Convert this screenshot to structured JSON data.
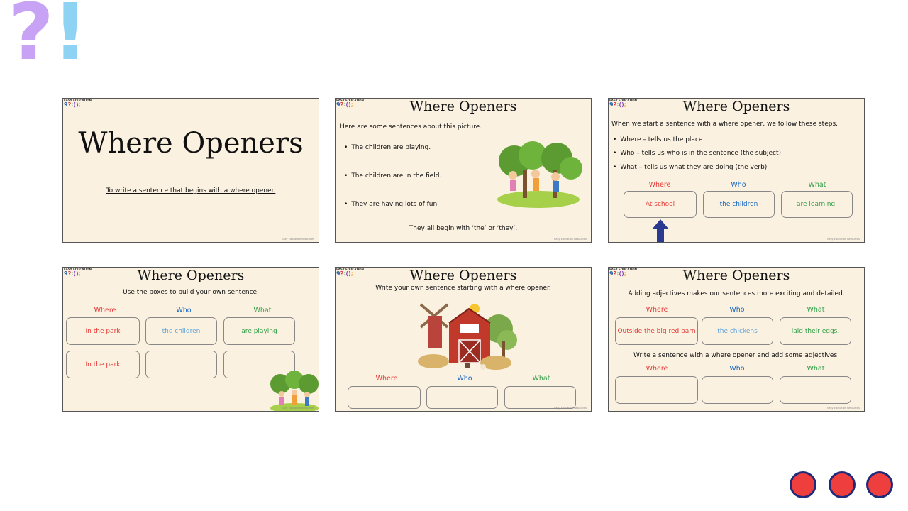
{
  "logo": {
    "question": "?",
    "exclaim": "!"
  },
  "brand": {
    "top": "EASY EDUCATION",
    "symbols": [
      "9",
      "?",
      ":",
      "(",
      ")",
      ";"
    ]
  },
  "footnote": "Easy Education Resources",
  "slides": {
    "s1": {
      "title": "Where Openers",
      "objective": "To write a sentence that begins with a where opener."
    },
    "s2": {
      "title": "Where Openers",
      "intro": "Here are some sentences about this picture.",
      "bullets": [
        "The children are playing.",
        "The children are in the field.",
        "They are having lots of fun."
      ],
      "footer": "They all begin with ‘the’ or ‘they’."
    },
    "s3": {
      "title": "Where Openers",
      "intro": "When we start a sentence with a where opener, we follow these steps.",
      "bullets": [
        "Where – tells us the place",
        "Who – tells us who is in the sentence (the subject)",
        "What – tells us what they are doing (the verb)"
      ],
      "labels": [
        "Where",
        "Who",
        "What"
      ],
      "boxes": [
        "At school",
        "the children",
        "are learning."
      ]
    },
    "s4": {
      "title": "Where Openers",
      "intro": "Use the boxes to build your own sentence.",
      "labels": [
        "Where",
        "Who",
        "What"
      ],
      "row1": [
        "In the park",
        "the children",
        "are playing"
      ],
      "row2": [
        "In the park",
        "",
        ""
      ]
    },
    "s5": {
      "title": "Where Openers",
      "intro": "Write your own sentence starting with a where opener.",
      "labels": [
        "Where",
        "Who",
        "What"
      ]
    },
    "s6": {
      "title": "Where Openers",
      "intro": "Adding adjectives makes our sentences more exciting and detailed.",
      "labels": [
        "Where",
        "Who",
        "What"
      ],
      "boxes": [
        "Outside the big red barn",
        "the chickens",
        "laid their eggs."
      ],
      "prompt": "Write a sentence with a where opener and add some adjectives.",
      "labels2": [
        "Where",
        "Who",
        "What"
      ]
    }
  },
  "colors": {
    "where": "#e53935",
    "who": "#1565c0",
    "what": "#2e9d44",
    "slide_bg": "#fbf1e1"
  }
}
